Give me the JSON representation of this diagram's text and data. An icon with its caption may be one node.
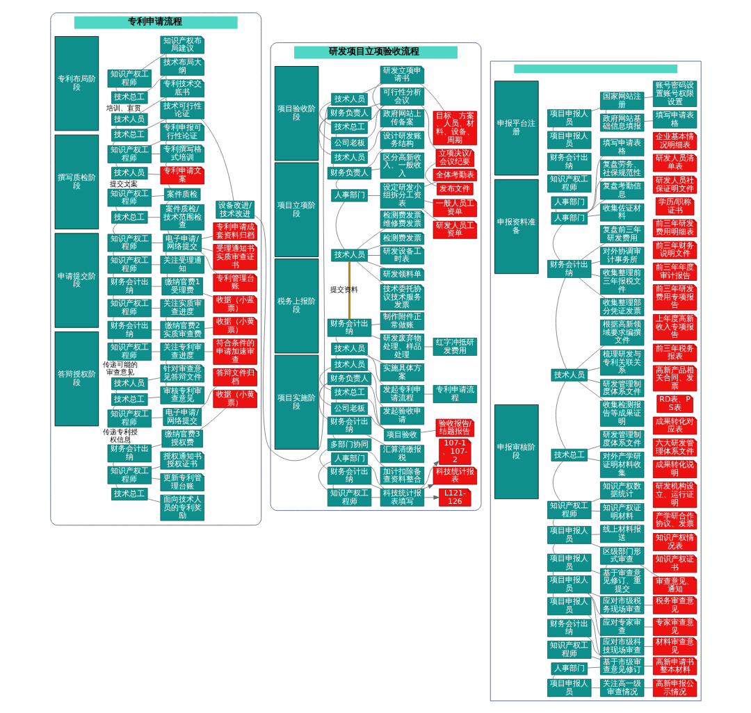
{
  "diagram": {
    "nodes": [
      {
        "text": [
          "专利申请流程"
        ]
      },
      {
        "text": [
          "研发项目立项验收流程"
        ]
      },
      {
        "text": [],
        "shape": "box"
      },
      {
        "text": [
          "专利布局阶段"
        ],
        "in": 0
      },
      {
        "text": [
          "撰写质检阶段"
        ],
        "in": 0
      },
      {
        "text": [
          "申请提交阶段"
        ],
        "in": 0
      },
      {
        "text": [
          "答辩授权阶段"
        ],
        "in": 0
      },
      {
        "text": [
          "知识产权工程师"
        ],
        "in": 0
      },
      {
        "text": [
          "技术总工"
        ],
        "in": 0
      },
      {
        "text": [
          "技术人员"
        ],
        "in": 0
      },
      {
        "text": [
          "技术总工"
        ],
        "in": 0
      },
      {
        "text": [
          "知识产权工程师"
        ],
        "in": 0
      },
      {
        "text": [
          "技术人员"
        ],
        "in": 0
      },
      {
        "text": [
          "知识产权工程师"
        ],
        "in": 0
      },
      {
        "text": [
          "技术总工"
        ],
        "in": 0
      },
      {
        "text": [
          "知识产权工程师"
        ],
        "in": 0
      },
      {
        "text": [
          "知识产权工程师"
        ],
        "in": 0
      },
      {
        "text": [
          "财务会计出纳"
        ],
        "in": 0
      },
      {
        "text": [
          "知识产权工程师"
        ],
        "in": 0
      },
      {
        "text": [
          "财务会计出纳"
        ],
        "in": 0
      },
      {
        "text": [
          "知识产权工程师"
        ],
        "in": 0
      },
      {
        "text": [
          "技术人员"
        ],
        "in": 0
      },
      {
        "text": [
          "技术总工"
        ],
        "in": 0
      },
      {
        "text": [
          "知识产权工程师"
        ],
        "in": 0
      },
      {
        "text": [
          "财务会计出纳"
        ],
        "in": 0
      },
      {
        "text": [
          "知识产权工程师"
        ],
        "in": 0
      },
      {
        "text": [
          "技术总工"
        ],
        "in": 0
      },
      {
        "text": [
          "知识产权布局建议"
        ],
        "in": 0
      },
      {
        "text": [
          "技术布局大纲"
        ],
        "in": 0
      },
      {
        "text": [
          "专利技术交底书"
        ],
        "in": 0
      },
      {
        "text": [
          "技术可行性论证"
        ],
        "in": 0
      },
      {
        "text": [
          "专利申报可行性论证"
        ],
        "in": 0
      },
      {
        "text": [
          "专利撰写格式培训"
        ],
        "in": 0
      },
      {
        "text": [
          "专利申请文案"
        ],
        "in": 0
      },
      {
        "text": [
          "案件质检"
        ],
        "in": 0
      },
      {
        "text": [
          "案件质检/技术范围检查"
        ],
        "in": 0
      },
      {
        "text": [
          "电子申请/网络提交"
        ],
        "in": 0
      },
      {
        "text": [
          "关注受理通知"
        ],
        "in": 0
      },
      {
        "text": [
          "缴纳官费1受理费"
        ],
        "in": 0
      },
      {
        "text": [
          "关注实质审查进度"
        ],
        "in": 0
      },
      {
        "text": [
          "缴纳官费2实质审查费"
        ],
        "in": 0
      },
      {
        "text": [
          "关注专利审查进度"
        ],
        "in": 0
      },
      {
        "text": [
          "针对审查意见答辩文件"
        ],
        "in": 0
      },
      {
        "text": [
          "审核专利审查意见"
        ],
        "in": 0
      },
      {
        "text": [
          "电子申请/网络提交"
        ],
        "in": 0
      },
      {
        "text": [
          "缴纳官费3授权费"
        ],
        "in": 0
      },
      {
        "text": [
          "授权通知书授权证书"
        ],
        "in": 0
      },
      {
        "text": [
          "更新专利管理台账"
        ],
        "in": 0
      },
      {
        "text": [
          "面向技术人员的专利奖励"
        ],
        "in": 0
      },
      {
        "text": [
          "设备改进/技术改进"
        ],
        "in": 0
      },
      {
        "text": [
          "专利申请成套资料归档"
        ],
        "in": 0
      },
      {
        "text": [
          "受理通知书实质审查证书"
        ],
        "in": 0
      },
      {
        "text": [
          "专利管理台账"
        ],
        "in": 0
      },
      {
        "text": [
          "收据（小蓝票）"
        ],
        "in": 0
      },
      {
        "text": [
          "收据（小黄票）"
        ],
        "in": 0
      },
      {
        "text": [
          "符合条件的申请加速审查"
        ],
        "in": 0
      },
      {
        "text": [
          "答辩文件归档"
        ],
        "in": 0
      },
      {
        "text": [
          "收据（小黄票）"
        ],
        "in": 0
      },
      {
        "text": [
          "项目立项阶段"
        ],
        "in": 1
      },
      {
        "text": [
          "项目实施阶段"
        ],
        "in": 1
      },
      {
        "text": [
          "项目验收阶段"
        ],
        "in": 1
      },
      {
        "text": [
          "税务上报阶段"
        ],
        "in": 1
      },
      {
        "text": [
          "技术人员"
        ],
        "in": 1
      },
      {
        "text": [
          "技术总工"
        ],
        "in": 1
      },
      {
        "text": [
          "公司老板"
        ],
        "in": 1
      },
      {
        "text": [
          "财务负责人"
        ],
        "in": 1
      },
      {
        "text": [
          "技术人员"
        ],
        "in": 1
      },
      {
        "text": [
          "财务负责人"
        ],
        "in": 1
      },
      {
        "text": [
          "人事部门"
        ],
        "in": 1
      },
      {
        "text": [
          "技术人员"
        ],
        "in": 1
      },
      {
        "text": [
          "财务会计出纳"
        ],
        "in": 1
      },
      {
        "text": [
          "技术人员"
        ],
        "in": 1
      },
      {
        "text": [
          "技术人员"
        ],
        "in": 1
      },
      {
        "text": [
          "技术总工"
        ],
        "in": 1
      },
      {
        "text": [
          "公司老板"
        ],
        "in": 1
      },
      {
        "text": [
          "财务负责人"
        ],
        "in": 1
      },
      {
        "text": [
          "财务会计出纳"
        ],
        "in": 1
      },
      {
        "text": [
          "多部门协同"
        ],
        "in": 1
      },
      {
        "text": [
          "财务会计出纳"
        ],
        "in": 1
      },
      {
        "text": [
          "知识产权工程师"
        ],
        "in": 1
      },
      {
        "text": [
          "人事部门"
        ],
        "in": 1
      },
      {
        "text": [
          "研发立项申请书"
        ],
        "in": 1
      },
      {
        "text": [
          "可行性分析会议"
        ],
        "in": 1
      },
      {
        "text": [
          "政府网站上传备案"
        ],
        "in": 1
      },
      {
        "text": [
          "设计研发账务结构"
        ],
        "in": 1
      },
      {
        "text": [
          "区分高新收入、一般收入"
        ],
        "in": 1
      },
      {
        "text": [
          "设定研发小组拆分工资表"
        ],
        "in": 1
      },
      {
        "text": [
          "研发设备工时表"
        ],
        "in": 1
      },
      {
        "text": [
          "研发领料单"
        ],
        "in": 1
      },
      {
        "text": [
          "技术委托协议技术服务发票"
        ],
        "in": 1
      },
      {
        "text": [
          "检测费发票维修费发票"
        ],
        "in": 1
      },
      {
        "text": [
          "检测费发票"
        ],
        "in": 1
      },
      {
        "text": [
          "制作附件正常做账"
        ],
        "in": 1
      },
      {
        "text": [
          "研发废弃物处理、样品处理"
        ],
        "in": 1
      },
      {
        "text": [
          "实施具体方案"
        ],
        "in": 1
      },
      {
        "text": [
          "发起专利申请流程"
        ],
        "in": 1
      },
      {
        "text": [
          "发起验收申请"
        ],
        "in": 1
      },
      {
        "text": [
          "项目验收"
        ],
        "in": 1
      },
      {
        "text": [
          "汇算清缴报税"
        ],
        "in": 1
      },
      {
        "text": [
          "加计扣除备查资料整合"
        ],
        "in": 1
      },
      {
        "text": [
          "科技统计报表填写"
        ],
        "in": 1
      },
      {
        "text": [
          "目标、方案、人员、材料、设备、周期"
        ],
        "in": 1
      },
      {
        "text": [
          "立项决议/会议纪要"
        ],
        "in": 1
      },
      {
        "text": [
          "发布文件"
        ],
        "in": 1
      },
      {
        "text": [
          "一般人员工资单"
        ],
        "in": 1
      },
      {
        "text": [
          "研发人员工资单"
        ],
        "in": 1
      },
      {
        "text": [
          "全体考勤表"
        ],
        "in": 1
      },
      {
        "text": [
          "红字冲抵研发费用"
        ],
        "in": 1
      },
      {
        "text": [
          "专利申请流程"
        ],
        "in": 1
      },
      {
        "text": [
          "验收报告/结题报告"
        ],
        "in": 1
      },
      {
        "text": [
          "科技统计报表"
        ],
        "in": 1
      },
      {
        "text": [
          "L121-126"
        ],
        "in": 1
      },
      {
        "text": [
          "107-1、107-2"
        ],
        "in": 1
      },
      {
        "text": [
          "申报平台注册"
        ],
        "in": 2
      },
      {
        "text": [
          "申报资料准备"
        ],
        "in": 2
      },
      {
        "text": [
          "申报审核阶段"
        ],
        "in": 2
      },
      {
        "text": [
          "项目申报人员"
        ],
        "in": 2
      },
      {
        "text": [
          "项目申报人员"
        ],
        "in": 2
      },
      {
        "text": [
          "财务会计出纳"
        ],
        "in": 2
      },
      {
        "text": [
          "知识产权工程师"
        ],
        "in": 2
      },
      {
        "text": [
          "人事部门"
        ],
        "in": 2
      },
      {
        "text": [
          "人事部门"
        ],
        "in": 2
      },
      {
        "text": [
          "财务会计出纳"
        ],
        "in": 2
      },
      {
        "text": [
          "技术人员"
        ],
        "in": 2
      },
      {
        "text": [
          "技术总工"
        ],
        "in": 2
      },
      {
        "text": [
          "知识产权工程师"
        ],
        "in": 2
      },
      {
        "text": [
          "项目申报人员"
        ],
        "in": 2
      },
      {
        "text": [
          "项目申报人员"
        ],
        "in": 2
      },
      {
        "text": [
          "项目申报人员"
        ],
        "in": 2
      },
      {
        "text": [
          "项目申报人员"
        ],
        "in": 2
      },
      {
        "text": [
          "财务会计出纳"
        ],
        "in": 2
      },
      {
        "text": [
          "知识产权工程师"
        ],
        "in": 2
      },
      {
        "text": [
          "人事部门"
        ],
        "in": 2
      },
      {
        "text": [
          "项目申报人员"
        ],
        "in": 2
      },
      {
        "text": [
          "国家网站注册"
        ],
        "in": 2
      },
      {
        "text": [
          "政府网站基础信息填报"
        ],
        "in": 2
      },
      {
        "text": [
          "填写申请表格"
        ],
        "in": 2
      },
      {
        "text": [
          "复盘劳务、社保规范性"
        ],
        "in": 2
      },
      {
        "text": [
          "复盘考勤信息"
        ],
        "in": 2
      },
      {
        "text": [
          "收集佐证材料"
        ],
        "in": 2
      },
      {
        "text": [
          "复盘前三年研发费用"
        ],
        "in": 2
      },
      {
        "text": [
          "对外协调审计事务所"
        ],
        "in": 2
      },
      {
        "text": [
          "收集整理前三年报税文件"
        ],
        "in": 2
      },
      {
        "text": [
          "收集整理部分凭证发票"
        ],
        "in": 2
      },
      {
        "text": [
          "根据高新领域要求编撰文件"
        ],
        "in": 2
      },
      {
        "text": [
          "梳理研发与专利关联关系"
        ],
        "in": 2
      },
      {
        "text": [
          "研发管理制度体系文件"
        ],
        "in": 2
      },
      {
        "text": [
          "收集检测报告等成果证明"
        ],
        "in": 2
      },
      {
        "text": [
          "研发管理制度体系文件"
        ],
        "in": 2
      },
      {
        "text": [
          "对外产学研证明材料收集"
        ],
        "in": 2
      },
      {
        "text": [
          "知识产权数据统计"
        ],
        "in": 2
      },
      {
        "text": [
          "知识产权证明材料"
        ],
        "in": 2
      },
      {
        "text": [
          "线上材料报送"
        ],
        "in": 2
      },
      {
        "text": [
          "区级部门形式审查"
        ],
        "in": 2
      },
      {
        "text": [
          "基于审查意见修订、重提交"
        ],
        "in": 2
      },
      {
        "text": [
          "应对市级科技现场审查"
        ],
        "in": 2
      },
      {
        "text": [
          "应对市级税务现场审查"
        ],
        "in": 2
      },
      {
        "text": [
          "应对专家审查"
        ],
        "in": 2
      },
      {
        "text": [
          "基于市级审查意见修订"
        ],
        "in": 2
      },
      {
        "text": [
          "关注高一级审查情况"
        ],
        "in": 2
      },
      {
        "text": [
          "账号密码设置账号权限设置"
        ],
        "in": 2
      },
      {
        "text": [
          "填写申请表格"
        ],
        "in": 2
      },
      {
        "text": [
          "企业基本情况明细表"
        ],
        "in": 2
      },
      {
        "text": [
          "研发人员清单表"
        ],
        "in": 2
      },
      {
        "text": [
          "研发人员社保证明文件"
        ],
        "in": 2
      },
      {
        "text": [
          "学历/职称证书"
        ],
        "in": 2
      },
      {
        "text": [
          "前三年研发费用明细表"
        ],
        "in": 2
      },
      {
        "text": [
          "前三年财务说明文件"
        ],
        "in": 2
      },
      {
        "text": [
          "前三年年度审计报告"
        ],
        "in": 2
      },
      {
        "text": [
          "前三年研发费用专项报告"
        ],
        "in": 2
      },
      {
        "text": [
          "上年度高新收入专项报告"
        ],
        "in": 2
      },
      {
        "text": [
          "前三年税务报表"
        ],
        "in": 2
      },
      {
        "text": [
          "高新产品相关合同、发票"
        ],
        "in": 2
      },
      {
        "text": [
          "RD表、PS表"
        ],
        "in": 2
      },
      {
        "text": [
          "成果转化对应表"
        ],
        "in": 2
      },
      {
        "text": [
          "六大研发管理体系文件"
        ],
        "in": 2
      },
      {
        "text": [
          "成果转化说明"
        ],
        "in": 2
      },
      {
        "text": [
          "研发机构设立、运行证明"
        ],
        "in": 2
      },
      {
        "text": [
          "产学研合作协议、发票"
        ],
        "in": 2
      },
      {
        "text": [
          "知识产权情况表"
        ],
        "in": 2
      },
      {
        "text": [
          "知识产权证书"
        ],
        "in": 2
      },
      {
        "text": [
          "审查意见、通知"
        ],
        "in": 2
      },
      {
        "text": [
          "材料审查意见"
        ],
        "in": 2
      },
      {
        "text": [
          "税务审查意见"
        ],
        "in": 2
      },
      {
        "text": [
          "专家审查意见"
        ],
        "in": 2
      },
      {
        "text": [
          "高新申请书整本材料"
        ],
        "in": 2
      },
      {
        "text": [
          "高新申报公示情况"
        ],
        "in": 2
      }
    ],
    "edges": [
      {
        "from": 7,
        "to": 8,
        "arrow": "none"
      },
      {
        "from": 8,
        "to": 9,
        "arrow": "none",
        "label": "培训、宣贯"
      },
      {
        "from": 9,
        "to": 10,
        "arrow": "none"
      },
      {
        "from": 10,
        "to": 11,
        "arrow": "none"
      },
      {
        "from": 11,
        "to": 12,
        "arrow": "none"
      },
      {
        "from": 12,
        "to": 13,
        "arrow": "none",
        "label": "提交文案"
      },
      {
        "from": 13,
        "to": 14,
        "arrow": "none"
      },
      {
        "from": 14,
        "to": 15,
        "arrow": "none"
      },
      {
        "from": 15,
        "to": 16,
        "arrow": "none"
      },
      {
        "from": 16,
        "to": 17,
        "arrow": "none"
      },
      {
        "from": 17,
        "to": 18,
        "arrow": "none"
      },
      {
        "from": 18,
        "to": 19,
        "arrow": "none"
      },
      {
        "from": 19,
        "to": 20,
        "arrow": "none"
      },
      {
        "from": 20,
        "to": 21,
        "arrow": "none",
        "label": "传递可能的审查意见"
      },
      {
        "from": 21,
        "to": 22,
        "arrow": "none"
      },
      {
        "from": 22,
        "to": 23,
        "arrow": "none"
      },
      {
        "from": 23,
        "to": 24,
        "arrow": "none",
        "label": "传递专利授权信息"
      },
      {
        "from": 24,
        "to": 25,
        "arrow": "none"
      },
      {
        "from": 25,
        "to": 26,
        "arrow": "none"
      },
      {
        "from": 7,
        "to": 27,
        "arrow": "none"
      },
      {
        "from": 8,
        "to": 28,
        "arrow": "none"
      },
      {
        "from": 9,
        "to": 29,
        "arrow": "none"
      },
      {
        "from": 10,
        "to": 30,
        "arrow": "none"
      },
      {
        "from": 11,
        "to": 31,
        "arrow": "none"
      },
      {
        "from": 11,
        "to": 32,
        "arrow": "none"
      },
      {
        "from": 12,
        "to": 33,
        "arrow": "none"
      },
      {
        "from": 13,
        "to": 34,
        "arrow": "none"
      },
      {
        "from": 14,
        "to": 35,
        "arrow": "none"
      },
      {
        "from": 15,
        "to": 36,
        "arrow": "none"
      },
      {
        "from": 16,
        "to": 37,
        "arrow": "none"
      },
      {
        "from": 17,
        "to": 38,
        "arrow": "none"
      },
      {
        "from": 18,
        "to": 39,
        "arrow": "none"
      },
      {
        "from": 19,
        "to": 40,
        "arrow": "none"
      },
      {
        "from": 20,
        "to": 41,
        "arrow": "none"
      },
      {
        "from": 21,
        "to": 42,
        "arrow": "none"
      },
      {
        "from": 22,
        "to": 43,
        "arrow": "none"
      },
      {
        "from": 23,
        "to": 44,
        "arrow": "none"
      },
      {
        "from": 24,
        "to": 45,
        "arrow": "none"
      },
      {
        "from": 25,
        "to": 46,
        "arrow": "none"
      },
      {
        "from": 25,
        "to": 47,
        "arrow": "none"
      },
      {
        "from": 26,
        "to": 48,
        "arrow": "none"
      },
      {
        "from": 27,
        "to": 28,
        "arrow": "none"
      },
      {
        "from": 28,
        "to": 29,
        "arrow": "none"
      },
      {
        "from": 29,
        "to": 30,
        "arrow": "none"
      },
      {
        "from": 30,
        "to": 31,
        "arrow": "none"
      },
      {
        "from": 31,
        "to": 32,
        "arrow": "none"
      },
      {
        "from": 32,
        "to": 33,
        "arrow": "none"
      },
      {
        "from": 33,
        "to": 34,
        "arrow": "none"
      },
      {
        "from": 34,
        "to": 35,
        "arrow": "none"
      },
      {
        "from": 35,
        "to": 36,
        "arrow": "none"
      },
      {
        "from": 36,
        "to": 37,
        "arrow": "none"
      },
      {
        "from": 37,
        "to": 38,
        "arrow": "none"
      },
      {
        "from": 39,
        "to": 40,
        "arrow": "none"
      },
      {
        "from": 41,
        "to": 42,
        "arrow": "none"
      },
      {
        "from": 42,
        "to": 43,
        "arrow": "none"
      },
      {
        "from": 30,
        "to": 49,
        "arrow": "none"
      },
      {
        "from": 49,
        "to": 62,
        "arrow": "none"
      },
      {
        "from": 36,
        "to": 50,
        "arrow": "none"
      },
      {
        "from": 36,
        "to": 51,
        "arrow": "none"
      },
      {
        "from": 36,
        "to": 52,
        "arrow": "none"
      },
      {
        "from": 38,
        "to": 53,
        "arrow": "none"
      },
      {
        "from": 40,
        "to": 54,
        "arrow": "none"
      },
      {
        "from": 41,
        "to": 55,
        "arrow": "none"
      },
      {
        "from": 44,
        "to": 56,
        "arrow": "none"
      },
      {
        "from": 45,
        "to": 57,
        "arrow": "none"
      },
      {
        "from": 62,
        "to": 63,
        "arrow": "none"
      },
      {
        "from": 63,
        "to": 64,
        "arrow": "none"
      },
      {
        "from": 64,
        "to": 65,
        "arrow": "none"
      },
      {
        "from": 65,
        "to": 66,
        "arrow": "none"
      },
      {
        "from": 66,
        "to": 67,
        "arrow": "none"
      },
      {
        "from": 67,
        "to": 68,
        "arrow": "none"
      },
      {
        "from": 68,
        "to": 69,
        "arrow": "none"
      },
      {
        "from": 69,
        "to": 70,
        "arrow": "none",
        "label": "提交资料",
        "style": "thick",
        "color": "#b8860b"
      },
      {
        "from": 70,
        "to": 71,
        "arrow": "none"
      },
      {
        "from": 71,
        "to": 72,
        "arrow": "none"
      },
      {
        "from": 72,
        "to": 73,
        "arrow": "none"
      },
      {
        "from": 73,
        "to": 74,
        "arrow": "none"
      },
      {
        "from": 74,
        "to": 75,
        "arrow": "none"
      },
      {
        "from": 75,
        "to": 76,
        "arrow": "none"
      },
      {
        "from": 76,
        "to": 77,
        "arrow": "none"
      },
      {
        "from": 77,
        "to": 78,
        "arrow": "none"
      },
      {
        "from": 78,
        "to": 79,
        "arrow": "none"
      },
      {
        "from": 79,
        "to": 80,
        "arrow": "none"
      },
      {
        "from": 62,
        "to": 81,
        "arrow": "none"
      },
      {
        "from": 63,
        "to": 82,
        "arrow": "none"
      },
      {
        "from": 64,
        "to": 82,
        "arrow": "none"
      },
      {
        "from": 65,
        "to": 82,
        "arrow": "none"
      },
      {
        "from": 66,
        "to": 83,
        "arrow": "none"
      },
      {
        "from": 67,
        "to": 84,
        "arrow": "none"
      },
      {
        "from": 67,
        "to": 85,
        "arrow": "none"
      },
      {
        "from": 68,
        "to": 86,
        "arrow": "none"
      },
      {
        "from": 69,
        "to": 87,
        "arrow": "none"
      },
      {
        "from": 69,
        "to": 88,
        "arrow": "none"
      },
      {
        "from": 69,
        "to": 89,
        "arrow": "none"
      },
      {
        "from": 69,
        "to": 90,
        "arrow": "none"
      },
      {
        "from": 69,
        "to": 91,
        "arrow": "none"
      },
      {
        "from": 70,
        "to": 92,
        "arrow": "none"
      },
      {
        "from": 70,
        "to": 93,
        "arrow": "none"
      },
      {
        "from": 71,
        "to": 94,
        "arrow": "none"
      },
      {
        "from": 71,
        "to": 95,
        "arrow": "none"
      },
      {
        "from": 72,
        "to": 96,
        "arrow": "none"
      },
      {
        "from": 73,
        "to": 97,
        "arrow": "none"
      },
      {
        "from": 74,
        "to": 97,
        "arrow": "none"
      },
      {
        "from": 75,
        "to": 97,
        "arrow": "none"
      },
      {
        "from": 76,
        "to": 98,
        "arrow": "none"
      },
      {
        "from": 77,
        "to": 99,
        "arrow": "none"
      },
      {
        "from": 78,
        "to": 100,
        "arrow": "none"
      },
      {
        "from": 79,
        "to": 100,
        "arrow": "none"
      },
      {
        "from": 80,
        "to": 100,
        "arrow": "none"
      },
      {
        "from": 81,
        "to": 101,
        "arrow": "none"
      },
      {
        "from": 81,
        "to": 83,
        "arrow": "none"
      },
      {
        "from": 82,
        "to": 102,
        "arrow": "none"
      },
      {
        "from": 102,
        "to": 103,
        "arrow": "none"
      },
      {
        "from": 86,
        "to": 104,
        "arrow": "none"
      },
      {
        "from": 86,
        "to": 105,
        "arrow": "none"
      },
      {
        "from": 86,
        "to": 106,
        "arrow": "none"
      },
      {
        "from": 93,
        "to": 107,
        "arrow": "none"
      },
      {
        "from": 95,
        "to": 108,
        "arrow": "none"
      },
      {
        "from": 97,
        "to": 109,
        "arrow": "none"
      },
      {
        "from": 100,
        "to": 110,
        "arrow": "to"
      },
      {
        "from": 100,
        "to": 111,
        "arrow": "to"
      },
      {
        "from": 100,
        "to": 112,
        "arrow": "to"
      },
      {
        "from": 116,
        "to": 117,
        "arrow": "none"
      },
      {
        "from": 120,
        "to": 121,
        "arrow": "none"
      },
      {
        "from": 121,
        "to": 122,
        "arrow": "none"
      },
      {
        "from": 122,
        "to": 123,
        "arrow": "none"
      },
      {
        "from": 123,
        "to": 124,
        "arrow": "none"
      },
      {
        "from": 124,
        "to": 125,
        "arrow": "none"
      },
      {
        "from": 125,
        "to": 126,
        "arrow": "none"
      },
      {
        "from": 126,
        "to": 127,
        "arrow": "none"
      },
      {
        "from": 127,
        "to": 128,
        "arrow": "none"
      },
      {
        "from": 128,
        "to": 129,
        "arrow": "none"
      },
      {
        "from": 132,
        "to": 133,
        "arrow": "none"
      },
      {
        "from": 116,
        "to": 134,
        "arrow": "none"
      },
      {
        "from": 121,
        "to": 136,
        "arrow": "none"
      },
      {
        "from": 121,
        "to": 137,
        "arrow": "none"
      },
      {
        "from": 121,
        "to": 138,
        "arrow": "none"
      },
      {
        "from": 121,
        "to": 139,
        "arrow": "none"
      },
      {
        "from": 122,
        "to": 140,
        "arrow": "none"
      },
      {
        "from": 122,
        "to": 141,
        "arrow": "none"
      },
      {
        "from": 122,
        "to": 142,
        "arrow": "none"
      },
      {
        "from": 122,
        "to": 143,
        "arrow": "none"
      },
      {
        "from": 123,
        "to": 144,
        "arrow": "none"
      },
      {
        "from": 123,
        "to": 145,
        "arrow": "none"
      },
      {
        "from": 123,
        "to": 146,
        "arrow": "none"
      },
      {
        "from": 123,
        "to": 147,
        "arrow": "none"
      },
      {
        "from": 124,
        "to": 148,
        "arrow": "none"
      },
      {
        "from": 124,
        "to": 149,
        "arrow": "none"
      },
      {
        "from": 125,
        "to": 150,
        "arrow": "none"
      },
      {
        "from": 125,
        "to": 151,
        "arrow": "none"
      },
      {
        "from": 126,
        "to": 152,
        "arrow": "none"
      },
      {
        "from": 126,
        "to": 153,
        "arrow": "none"
      },
      {
        "from": 127,
        "to": 154,
        "arrow": "none"
      },
      {
        "from": 128,
        "to": 155,
        "arrow": "none"
      },
      {
        "from": 128,
        "to": 156,
        "arrow": "none"
      },
      {
        "from": 128,
        "to": 157,
        "arrow": "none"
      },
      {
        "from": 129,
        "to": 158,
        "arrow": "none"
      },
      {
        "from": 130,
        "to": 158,
        "arrow": "none"
      },
      {
        "from": 131,
        "to": 158,
        "arrow": "none"
      },
      {
        "from": 132,
        "to": 158,
        "arrow": "none"
      },
      {
        "from": 133,
        "to": 159,
        "arrow": "none"
      },
      {
        "from": 134,
        "to": 160,
        "arrow": "none"
      },
      {
        "from": 134,
        "to": 135,
        "arrow": "none"
      },
      {
        "from": 135,
        "to": 161,
        "arrow": "none"
      },
      {
        "from": 153,
        "to": 181,
        "arrow": "none"
      },
      {
        "from": 153,
        "to": 154,
        "arrow": "none"
      },
      {
        "from": 155,
        "to": 182,
        "arrow": "none"
      },
      {
        "from": 156,
        "to": 183,
        "arrow": "none"
      },
      {
        "from": 157,
        "to": 184,
        "arrow": "none"
      },
      {
        "from": 158,
        "to": 185,
        "arrow": "none"
      },
      {
        "from": 159,
        "to": 186,
        "arrow": "none"
      }
    ]
  }
}
